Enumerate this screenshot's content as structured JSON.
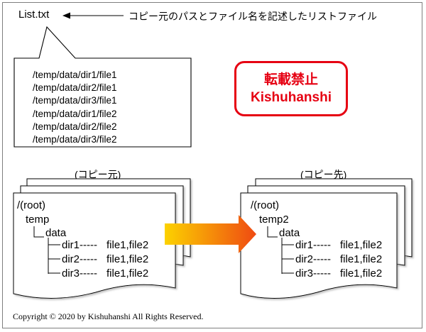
{
  "list_file": {
    "name": "List.txt",
    "description": "コピー元のパスとファイル名を記述したリストファイル",
    "paths": [
      "/temp/data/dir1/file1",
      "/temp/data/dir2/file1",
      "/temp/data/dir3/file1",
      "/temp/data/dir1/file2",
      "/temp/data/dir2/file2",
      "/temp/data/dir3/file2"
    ]
  },
  "watermark": {
    "line1": "転載禁止",
    "line2": "Kishuhanshi",
    "color": "#e60012"
  },
  "source": {
    "caption": "(コピー元)",
    "root": "/(root)",
    "top_dir": "temp",
    "data_dir": "data",
    "dirs": [
      {
        "name": "dir1-----",
        "files": "file1,file2"
      },
      {
        "name": "dir2-----",
        "files": "file1,file2"
      },
      {
        "name": "dir3-----",
        "files": "file1,file2"
      }
    ]
  },
  "destination": {
    "caption": "(コピー先)",
    "root": "/(root)",
    "top_dir": "temp2",
    "data_dir": "data",
    "dirs": [
      {
        "name": "dir1-----",
        "files": "file1,file2"
      },
      {
        "name": "dir2-----",
        "files": "file1,file2"
      },
      {
        "name": "dir3-----",
        "files": "file1,file2"
      }
    ]
  },
  "arrow_colors": [
    "#fcd200",
    "#ef4a12"
  ],
  "copyright": "Copyright © 2020 by Kishuhanshi All Rights Reserved."
}
